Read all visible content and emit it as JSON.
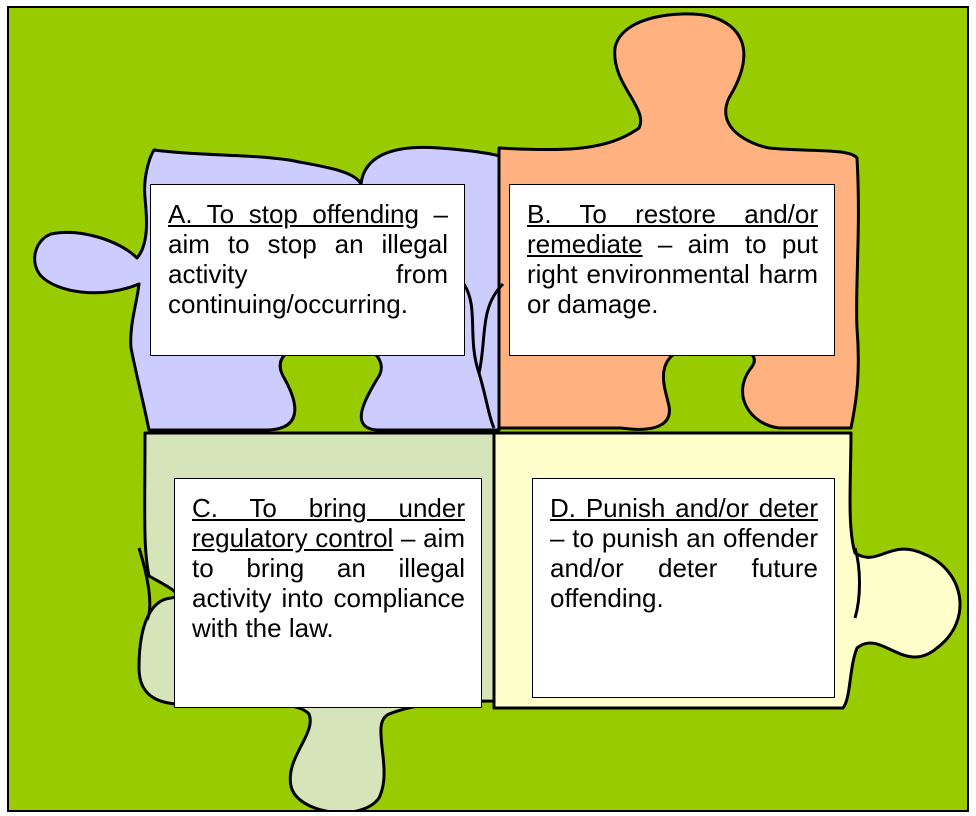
{
  "colors": {
    "background": "#99cc00",
    "piece_a": "#ccccff",
    "piece_b": "#ffb27f",
    "piece_c": "#d5e5b9",
    "piece_d": "#ffffcc",
    "outline": "#000000"
  },
  "pieces": [
    {
      "id": "A",
      "heading": "A. To stop offending",
      "body": " – aim to stop an illegal activity from continuing/occurring."
    },
    {
      "id": "B",
      "heading": "B. To restore and/or remediate",
      "body": " – aim to put right environmental harm or damage."
    },
    {
      "id": "C",
      "heading": "C. To bring under regulatory control",
      "body": " – aim to bring an illegal activity into compliance with the law."
    },
    {
      "id": "D",
      "heading": "D. Punish and/or deter",
      "body": " – to punish an offender and/or deter future offending."
    }
  ]
}
